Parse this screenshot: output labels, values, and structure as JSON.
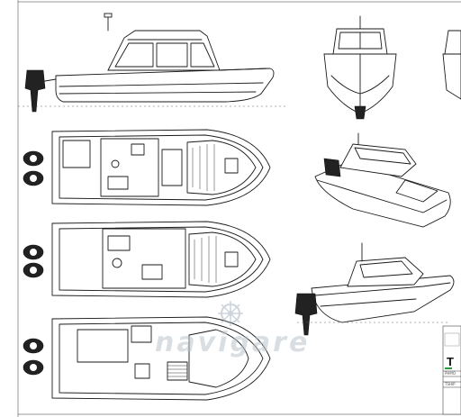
{
  "watermark": {
    "text": "navigare"
  },
  "title_block": {
    "brand": "T",
    "lines": [
      "PHMO",
      "",
      "TSHIP"
    ]
  },
  "colors": {
    "line": "#1a1a1a",
    "watermark": "#b9c3cc",
    "accent": "#2e9a3e"
  },
  "icons": [
    "ship-wheel-anchor-logo-icon",
    "outboard-engine-icon"
  ]
}
